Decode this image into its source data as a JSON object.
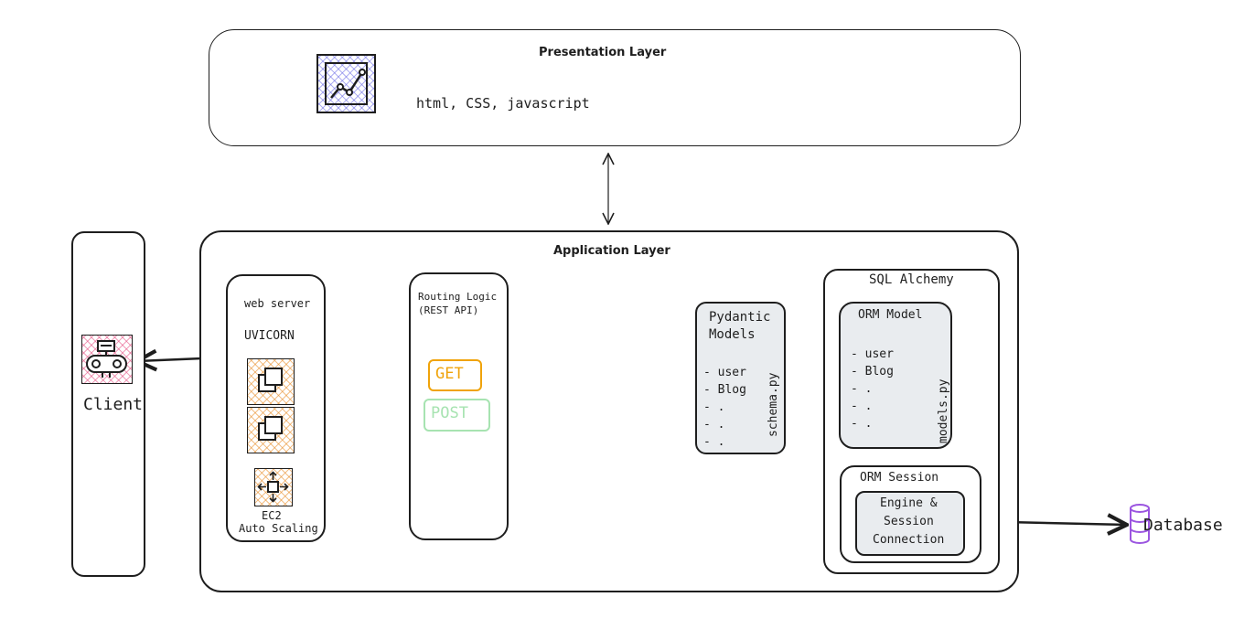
{
  "presentation": {
    "title": "Presentation Layer",
    "tech": "html, CSS, javascript"
  },
  "application": {
    "title": "Application Layer"
  },
  "client": {
    "label": "Client"
  },
  "webserver": {
    "title": "web server",
    "name": "UVICORN",
    "ec2_label_1": "EC2",
    "ec2_label_2": "Auto Scaling"
  },
  "routing": {
    "title_1": "Routing Logic",
    "title_2": "(REST API)",
    "get_label": "GET",
    "post_label": "POST"
  },
  "pydantic": {
    "title_1": "Pydantic",
    "title_2": "Models",
    "items": [
      "- user",
      "- Blog",
      "- .",
      "- .",
      "- ."
    ],
    "file": "schema.py"
  },
  "sqlalchemy": {
    "title": "SQL Alchemy",
    "orm_model": {
      "title": "ORM Model",
      "items": [
        "- user",
        "- Blog",
        "- .",
        "- .",
        "- ."
      ],
      "file": "models.py"
    },
    "orm_session": {
      "title": "ORM Session",
      "engine_1": "Engine &",
      "engine_2": "Session",
      "engine_3": "Connection"
    }
  },
  "database": {
    "label": "Database"
  },
  "colors": {
    "get": "#f0a30a",
    "post": "#a7e3b1",
    "panel": "#e9ecef",
    "db": "#9b55e0"
  }
}
